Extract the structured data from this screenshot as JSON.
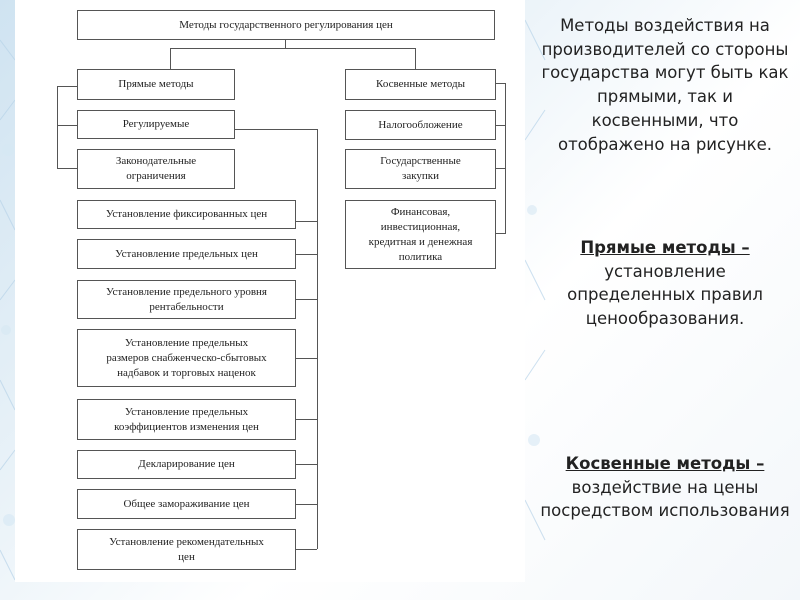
{
  "diagram": {
    "root": "Методы государственного регулирования цен",
    "direct_title": "Прямые методы",
    "indirect_title": "Косвенные методы",
    "direct_items": [
      "Регулируемые",
      "Законодательные\nограничения",
      "Установление фиксированных цен",
      "Установление предельных цен",
      "Установление предельного уровня\nрентабельности",
      "Установление предельных\nразмеров снабженческо-сбытовых\nнадбавок и торговых наценок",
      "Установление предельных\nкоэффициентов изменения цен",
      "Декларирование цен",
      "Общее замораживание цен",
      "Установление рекомендательных\nцен"
    ],
    "indirect_items": [
      "Налогообложение",
      "Государственные\nзакупки",
      "Финансовая,\nинвестиционная,\nкредитная и денежная\nполитика"
    ]
  },
  "text": {
    "intro": "Методы воздействия на производителей со стороны государства могут быть как прямыми, так и косвенными, что отображено на рисунке.",
    "direct_term": "Прямые методы –",
    "direct_desc": " установление определенных правил ценообразования.",
    "indirect_term": "Косвенные методы –",
    "indirect_desc": " воздействие на цены посредством использования"
  }
}
